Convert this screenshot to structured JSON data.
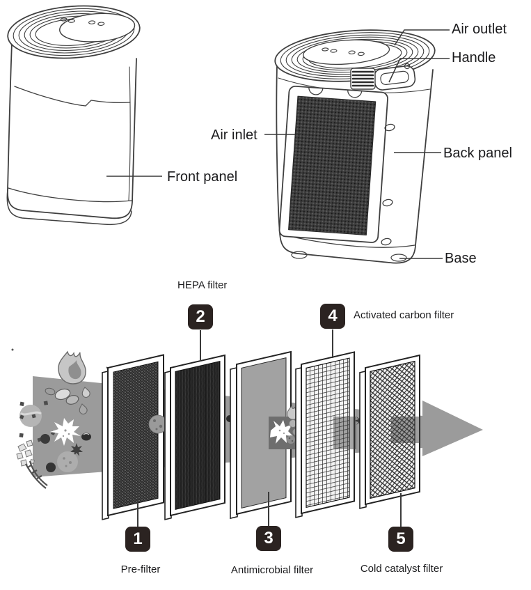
{
  "product_views": {
    "front": {
      "label_front_panel": "Front panel"
    },
    "back": {
      "label_air_outlet": "Air outlet",
      "label_handle": "Handle",
      "label_air_inlet": "Air inlet",
      "label_back_panel": "Back panel",
      "label_base": "Base"
    }
  },
  "filtration_stages": [
    {
      "number": "1",
      "name": "Pre-filter"
    },
    {
      "number": "2",
      "name": "HEPA filter"
    },
    {
      "number": "3",
      "name": "Antimicrobial filter"
    },
    {
      "number": "4",
      "name": "Activated carbon filter"
    },
    {
      "number": "5",
      "name": "Cold catalyst filter"
    }
  ],
  "colors": {
    "label_text": "#1b1b1d",
    "badge_background": "#2b2321",
    "badge_text": "#ffffff",
    "airflow_arrow": "#9b9b9b",
    "line_art": "#3a3a3a",
    "background": "#ffffff"
  }
}
